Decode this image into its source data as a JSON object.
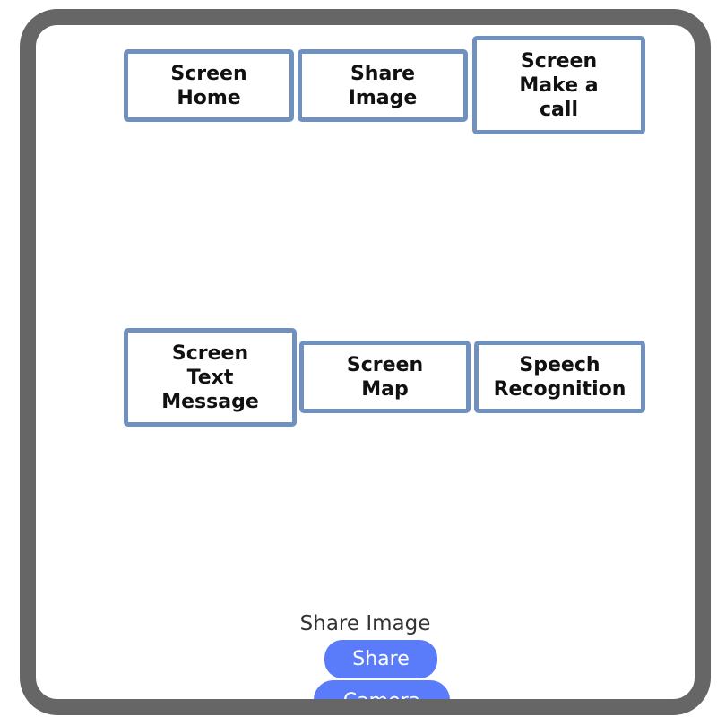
{
  "tiles": {
    "screen_home": "Screen\nHome",
    "share_image": "Share\nImage",
    "screen_make_a_call": "Screen\nMake a\ncall",
    "screen_text_message": "Screen\nText\nMessage",
    "screen_map": "Screen\nMap",
    "speech_recognition": "Speech\nRecognition"
  },
  "footer": {
    "caption": "Share Image",
    "share_button": "Share",
    "camera_button": "Camera"
  },
  "colors": {
    "frame": "#666666",
    "tile_border": "#7090bf",
    "button_fill": "#5b7cfa"
  }
}
